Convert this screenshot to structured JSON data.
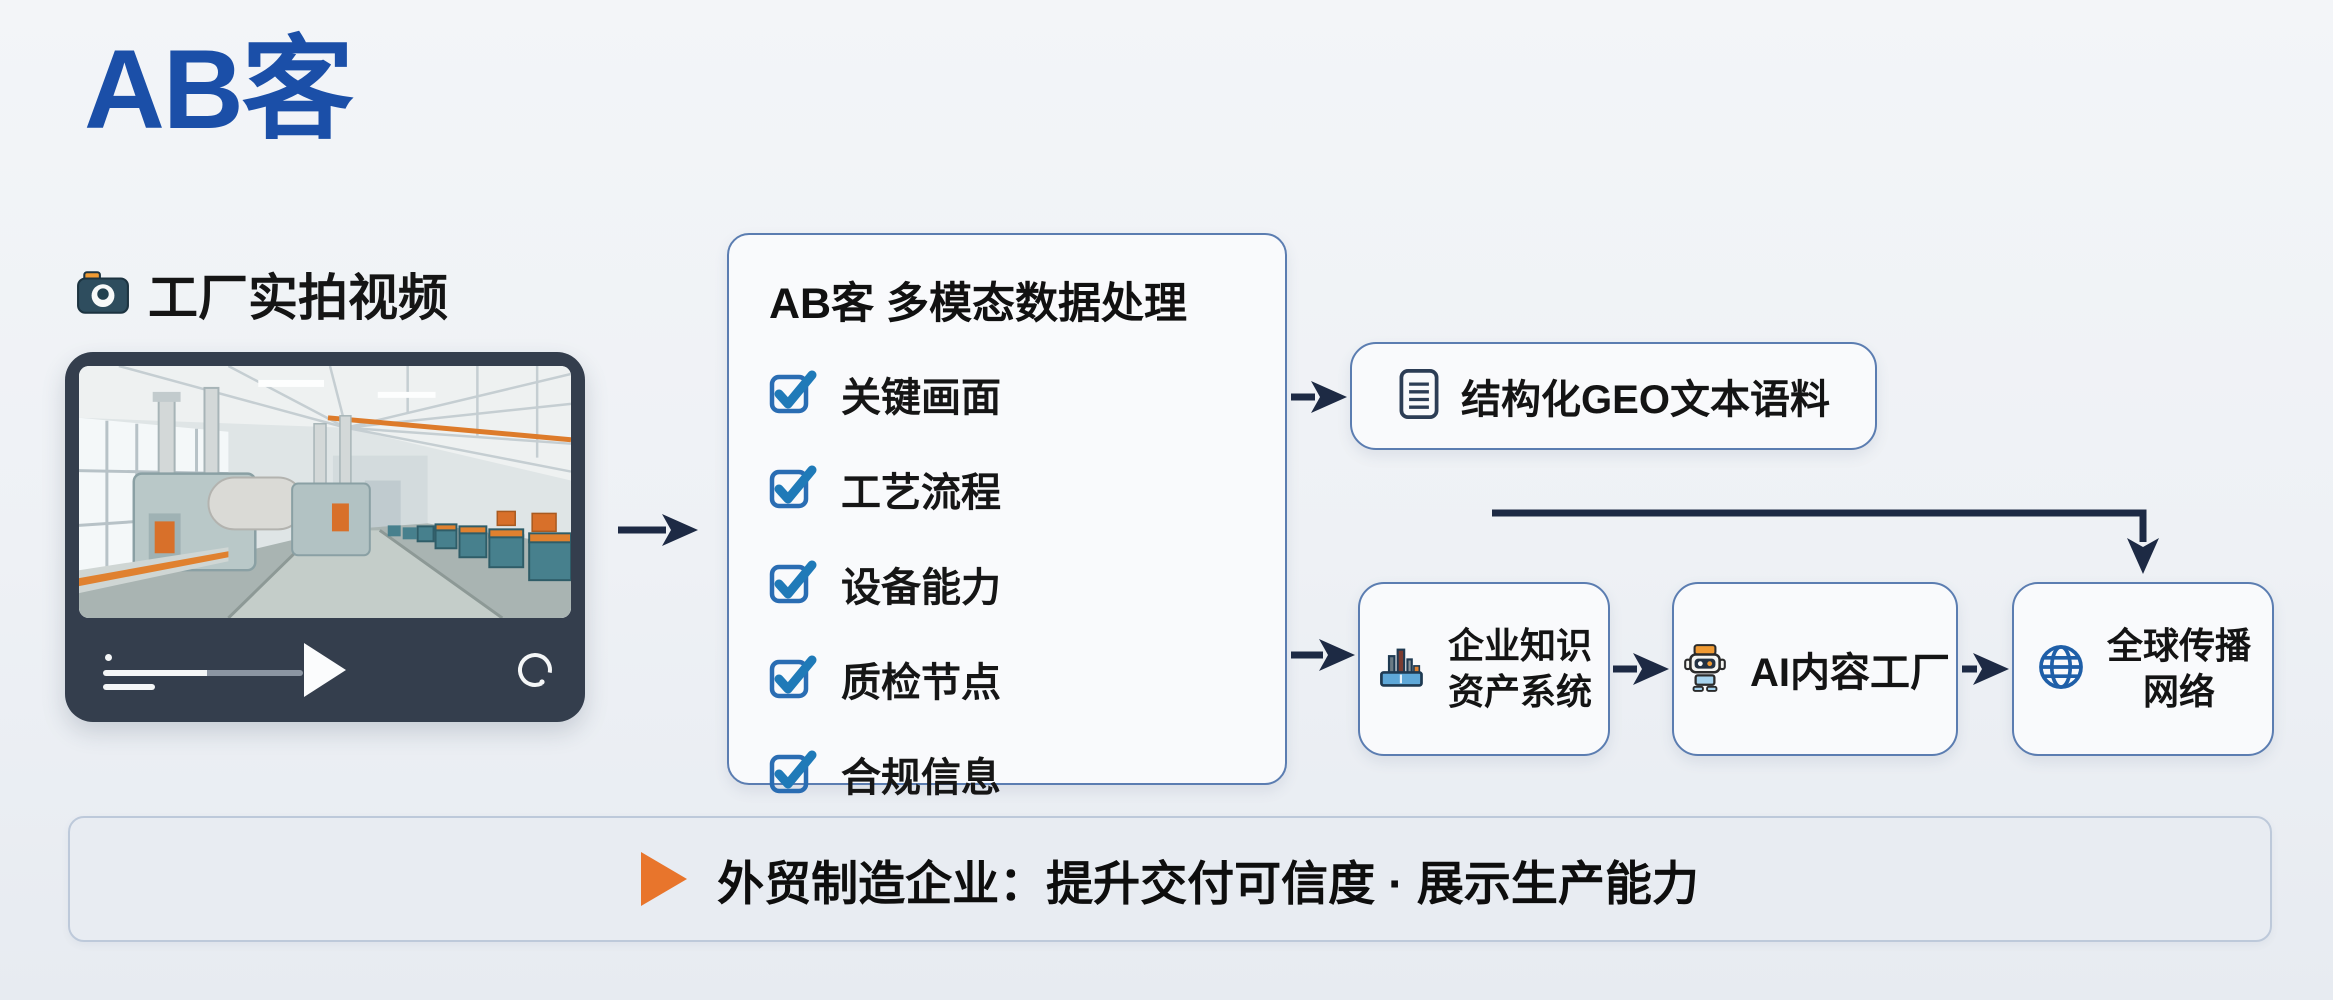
{
  "logo": "AB客",
  "video_section": {
    "icon": "camera-icon",
    "label": "工厂实拍视频",
    "player": {
      "play_icon": "play-icon",
      "loop_icon": "loop-icon",
      "progress_icon": "progress-bar"
    }
  },
  "process_box": {
    "title": "AB客 多模态数据处理",
    "checkbox_icon": "checkbox-checked-icon",
    "items": [
      "关键画面",
      "工艺流程",
      "设备能力",
      "质检节点",
      "合规信息"
    ]
  },
  "outputs": {
    "geo": {
      "icon": "document-icon",
      "label": "结构化GEO文本语料"
    },
    "knowledge": {
      "icon": "factory-icon",
      "line1": "企业知识",
      "line2": "资产系统"
    },
    "ai": {
      "icon": "robot-icon",
      "label": "AI内容工厂"
    },
    "global": {
      "icon": "globe-icon",
      "line1": "全球传播",
      "line2": "网络"
    }
  },
  "footer": {
    "icon": "play-triangle-icon",
    "text": "外贸制造企业：提升交付可信度 · 展示生产能力"
  },
  "colors": {
    "logo_blue": "#1b4fa8",
    "box_border": "#5b7db1",
    "arrow_navy": "#1d2a44",
    "checkbox_blue": "#1f7ab8",
    "accent_orange": "#e8752c",
    "footer_bg": "#e8ecf2",
    "player_frame": "#343e4d"
  }
}
